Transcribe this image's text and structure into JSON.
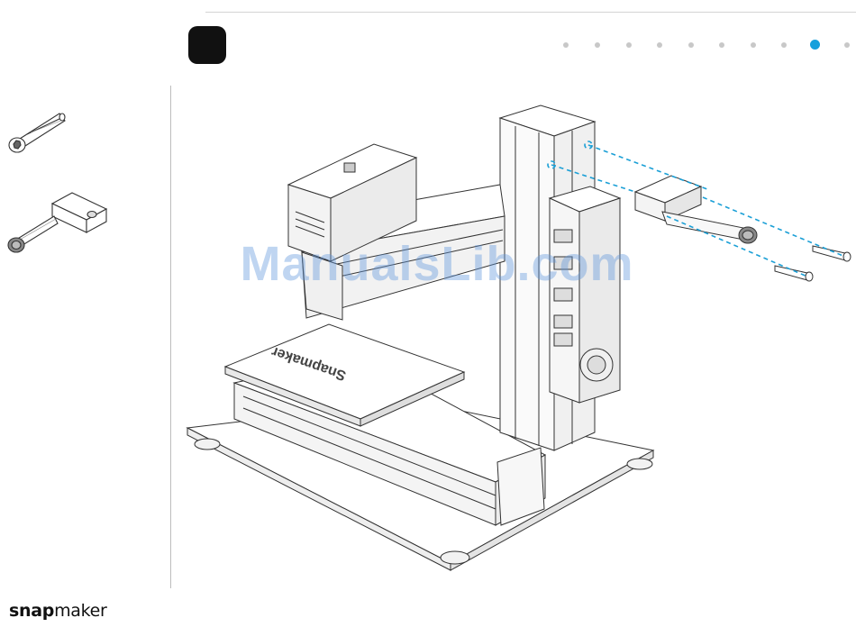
{
  "header": {
    "step_badge_icon": "step-number-badge",
    "progress": {
      "total_steps": 10,
      "current_step": 9,
      "active_color": "#16a0dc",
      "inactive_color": "#c8c8c8"
    }
  },
  "parts": [
    {
      "icon": "hex-socket-screw-icon"
    },
    {
      "icon": "bracket-with-thumb-screw-icon"
    }
  ],
  "illustration": {
    "subject": "3d-printer-assembly-diagram",
    "bed_text": "Snapmaker",
    "guide_line_color": "#1a9fd6"
  },
  "watermark": {
    "text": "ManualsLib.com"
  },
  "footer": {
    "logo_bold": "snap",
    "logo_light": "maker"
  }
}
